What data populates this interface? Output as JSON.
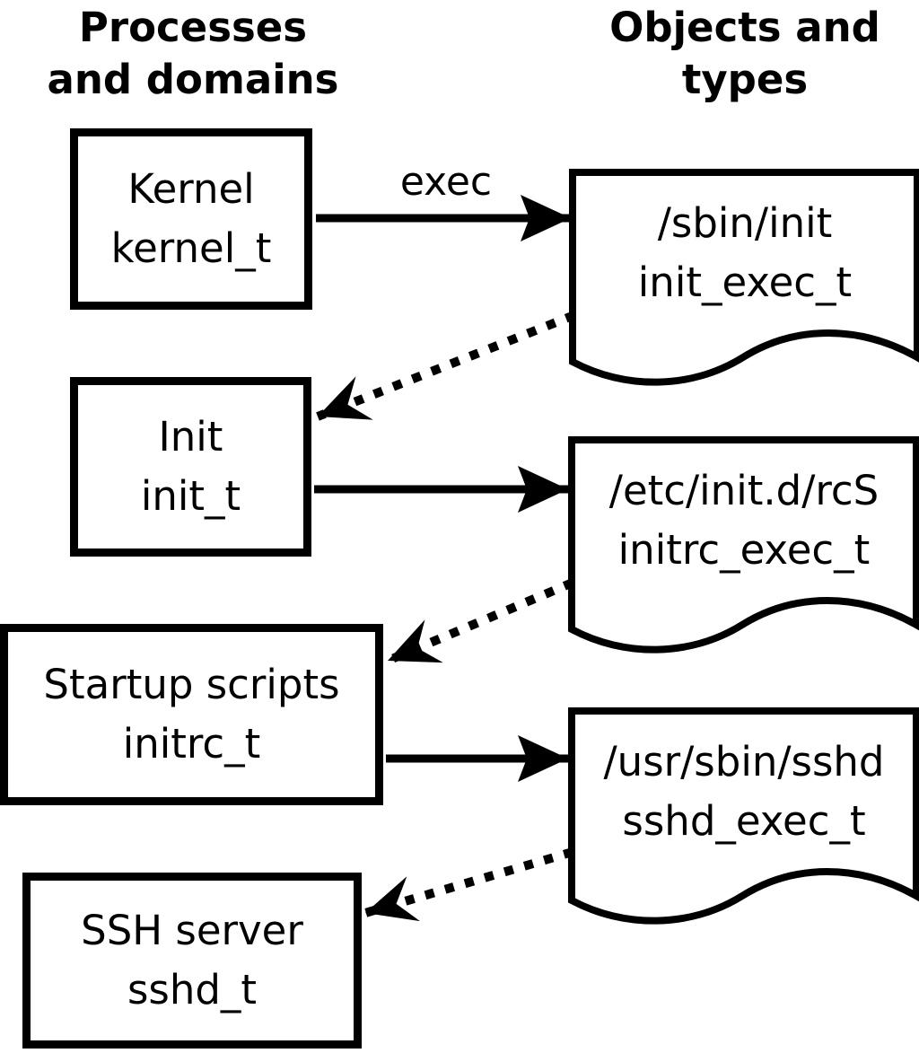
{
  "headings": {
    "left": {
      "line1": "Processes",
      "line2": "and domains"
    },
    "right": {
      "line1": "Objects and",
      "line2": "types"
    }
  },
  "processes": [
    {
      "id": "kernel",
      "name": "Kernel",
      "type": "kernel_t"
    },
    {
      "id": "init",
      "name": "Init",
      "type": "init_t"
    },
    {
      "id": "startup-scripts",
      "name": "Startup scripts",
      "type": "initrc_t"
    },
    {
      "id": "ssh-server",
      "name": "SSH server",
      "type": "sshd_t"
    }
  ],
  "objects": [
    {
      "id": "sbin-init",
      "path": "/sbin/init",
      "type": "init_exec_t"
    },
    {
      "id": "etc-initd-rcs",
      "path": "/etc/init.d/rcS",
      "type": "initrc_exec_t"
    },
    {
      "id": "usr-sbin-sshd",
      "path": "/usr/sbin/sshd",
      "type": "sshd_exec_t"
    }
  ],
  "edges": [
    {
      "from": "kernel_t",
      "to": "init_exec_t",
      "style": "solid",
      "label": "exec"
    },
    {
      "from": "init_exec_t",
      "to": "init_t",
      "style": "dotted",
      "label": ""
    },
    {
      "from": "init_t",
      "to": "initrc_exec_t",
      "style": "solid",
      "label": ""
    },
    {
      "from": "initrc_exec_t",
      "to": "initrc_t",
      "style": "dotted",
      "label": ""
    },
    {
      "from": "initrc_t",
      "to": "sshd_exec_t",
      "style": "solid",
      "label": ""
    },
    {
      "from": "sshd_exec_t",
      "to": "sshd_t",
      "style": "dotted",
      "label": ""
    }
  ],
  "colors": {
    "ink": "#000000",
    "paper": "#ffffff"
  }
}
